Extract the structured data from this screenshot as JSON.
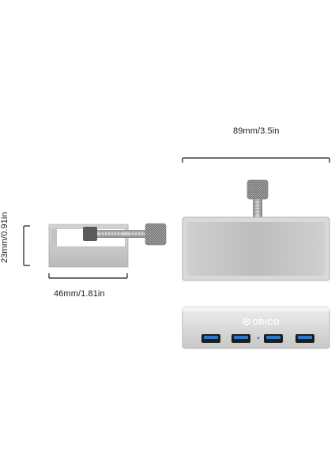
{
  "dimensions": {
    "width_label": "89mm/3.5in",
    "depth_label": "46mm/1.81in",
    "height_label": "23mm/0.91in"
  },
  "product": {
    "brand_logo_text": "ORICO",
    "usb_port_count": 4,
    "body_color": "#cfcfcf",
    "port_color": "#2a78c8"
  }
}
